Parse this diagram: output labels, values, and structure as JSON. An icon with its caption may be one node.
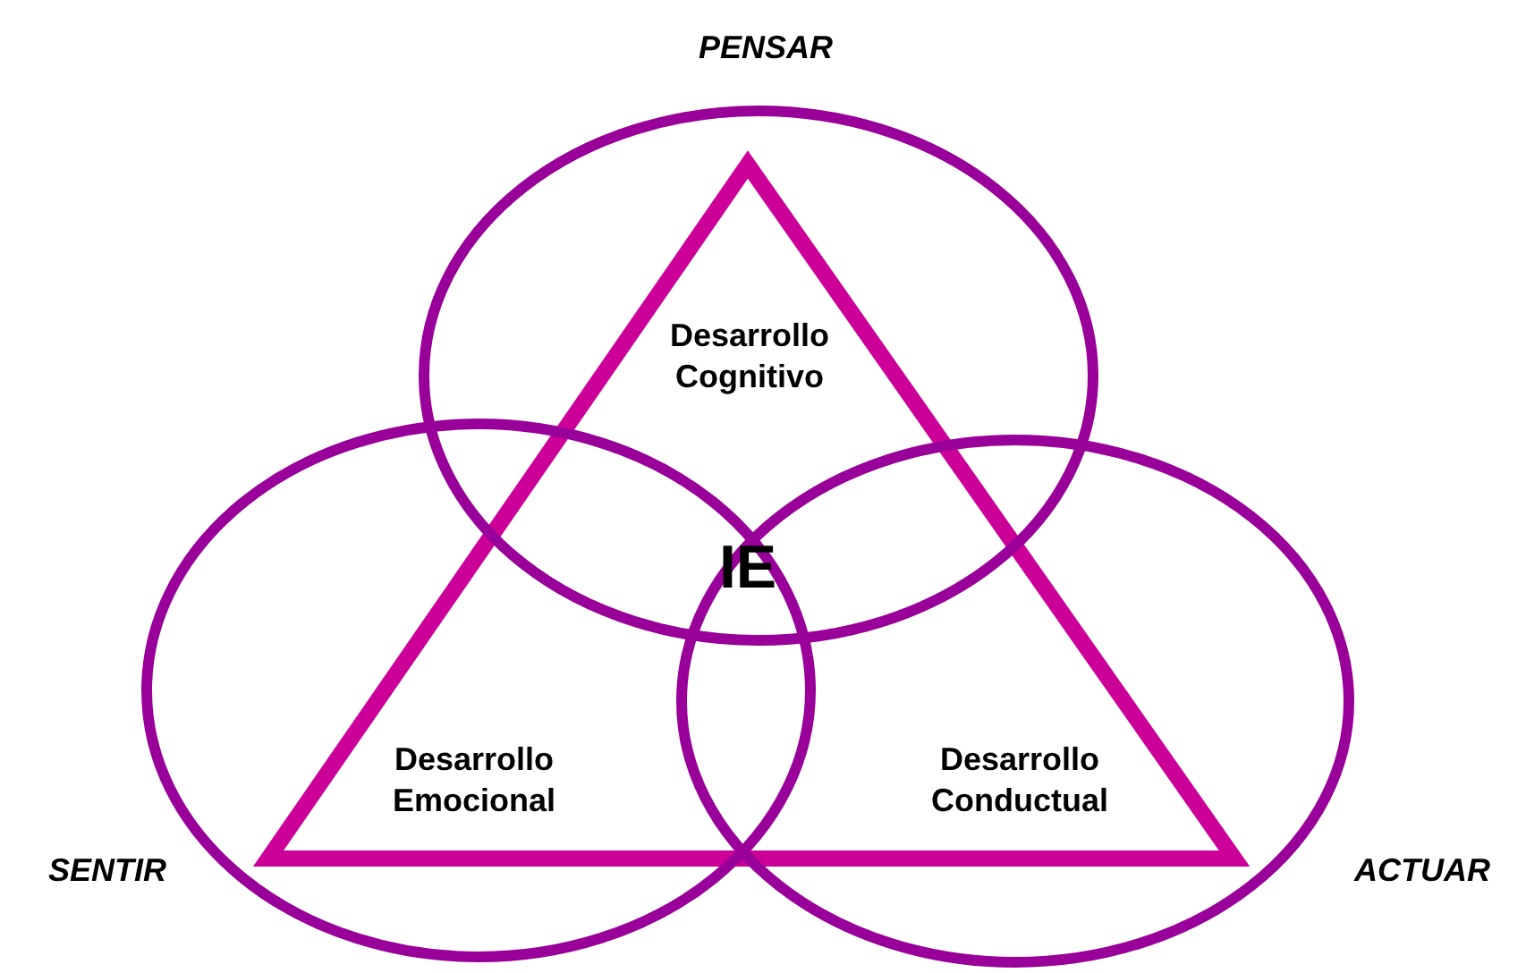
{
  "diagram": {
    "nodes": [
      {
        "text": [
          "Desarrollo Cognitivo"
        ]
      },
      {
        "text": [
          "Desarrollo Emocional"
        ]
      },
      {
        "text": [
          "Desarrollo Conductual"
        ]
      }
    ],
    "labels": [
      "PENSAR",
      "IE",
      "SENTIR",
      "ACTUAR"
    ]
  }
}
